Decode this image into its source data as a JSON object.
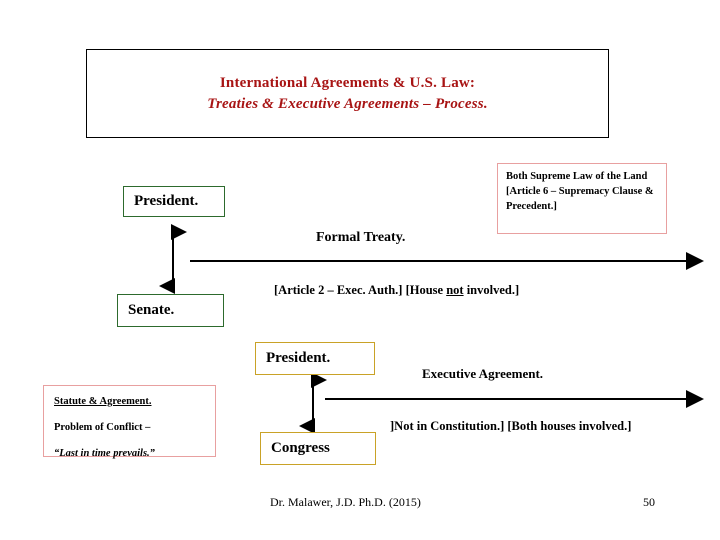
{
  "slide": {
    "title": {
      "line_1": "International Agreements & U.S. Law:",
      "line_2": "Treaties & Executive Agreements – Process.",
      "color": "#a81414",
      "border_color": "#000000"
    },
    "nodes": [
      {
        "id": "president-treaty",
        "label": "President.",
        "border_color": "#2d6a2d"
      },
      {
        "id": "senate",
        "label": "Senate.",
        "border_color": "#2d6a2d"
      },
      {
        "id": "president-exec",
        "label": "President.",
        "border_color": "#c9a227"
      },
      {
        "id": "congress",
        "label": "Congress",
        "border_color": "#c9a227"
      }
    ],
    "notes": {
      "supremacy": {
        "text": "Both Supreme Law of the Land [Article 6 – Supremacy Clause & Precedent.]",
        "border_color": "#e8a0a0"
      },
      "statute": {
        "line_1": "Statute & Agreement.",
        "line_2": "Problem of Conflict –",
        "line_3": "“Last in time prevails.”",
        "border_color": "#e8a0a0"
      }
    },
    "labels": {
      "formal_treaty": "Formal Treaty.",
      "article2_prefix": "[Article 2 – Exec. Auth.]  [House ",
      "article2_underlined": "not",
      "article2_suffix": " involved.]",
      "executive_agreement": "Executive Agreement.",
      "not_in_constitution": "]Not in Constitution.] [Both houses involved.]"
    },
    "arrows": {
      "president_senate": "double-headed-vertical-arrow",
      "president_congress": "double-headed-vertical-arrow",
      "treaty_process": "right-arrow-horizontal",
      "executive_process": "right-arrow-horizontal"
    },
    "footer": {
      "credit": "Dr. Malawer, J.D. Ph.D. (2015)",
      "page_number": "50"
    }
  }
}
